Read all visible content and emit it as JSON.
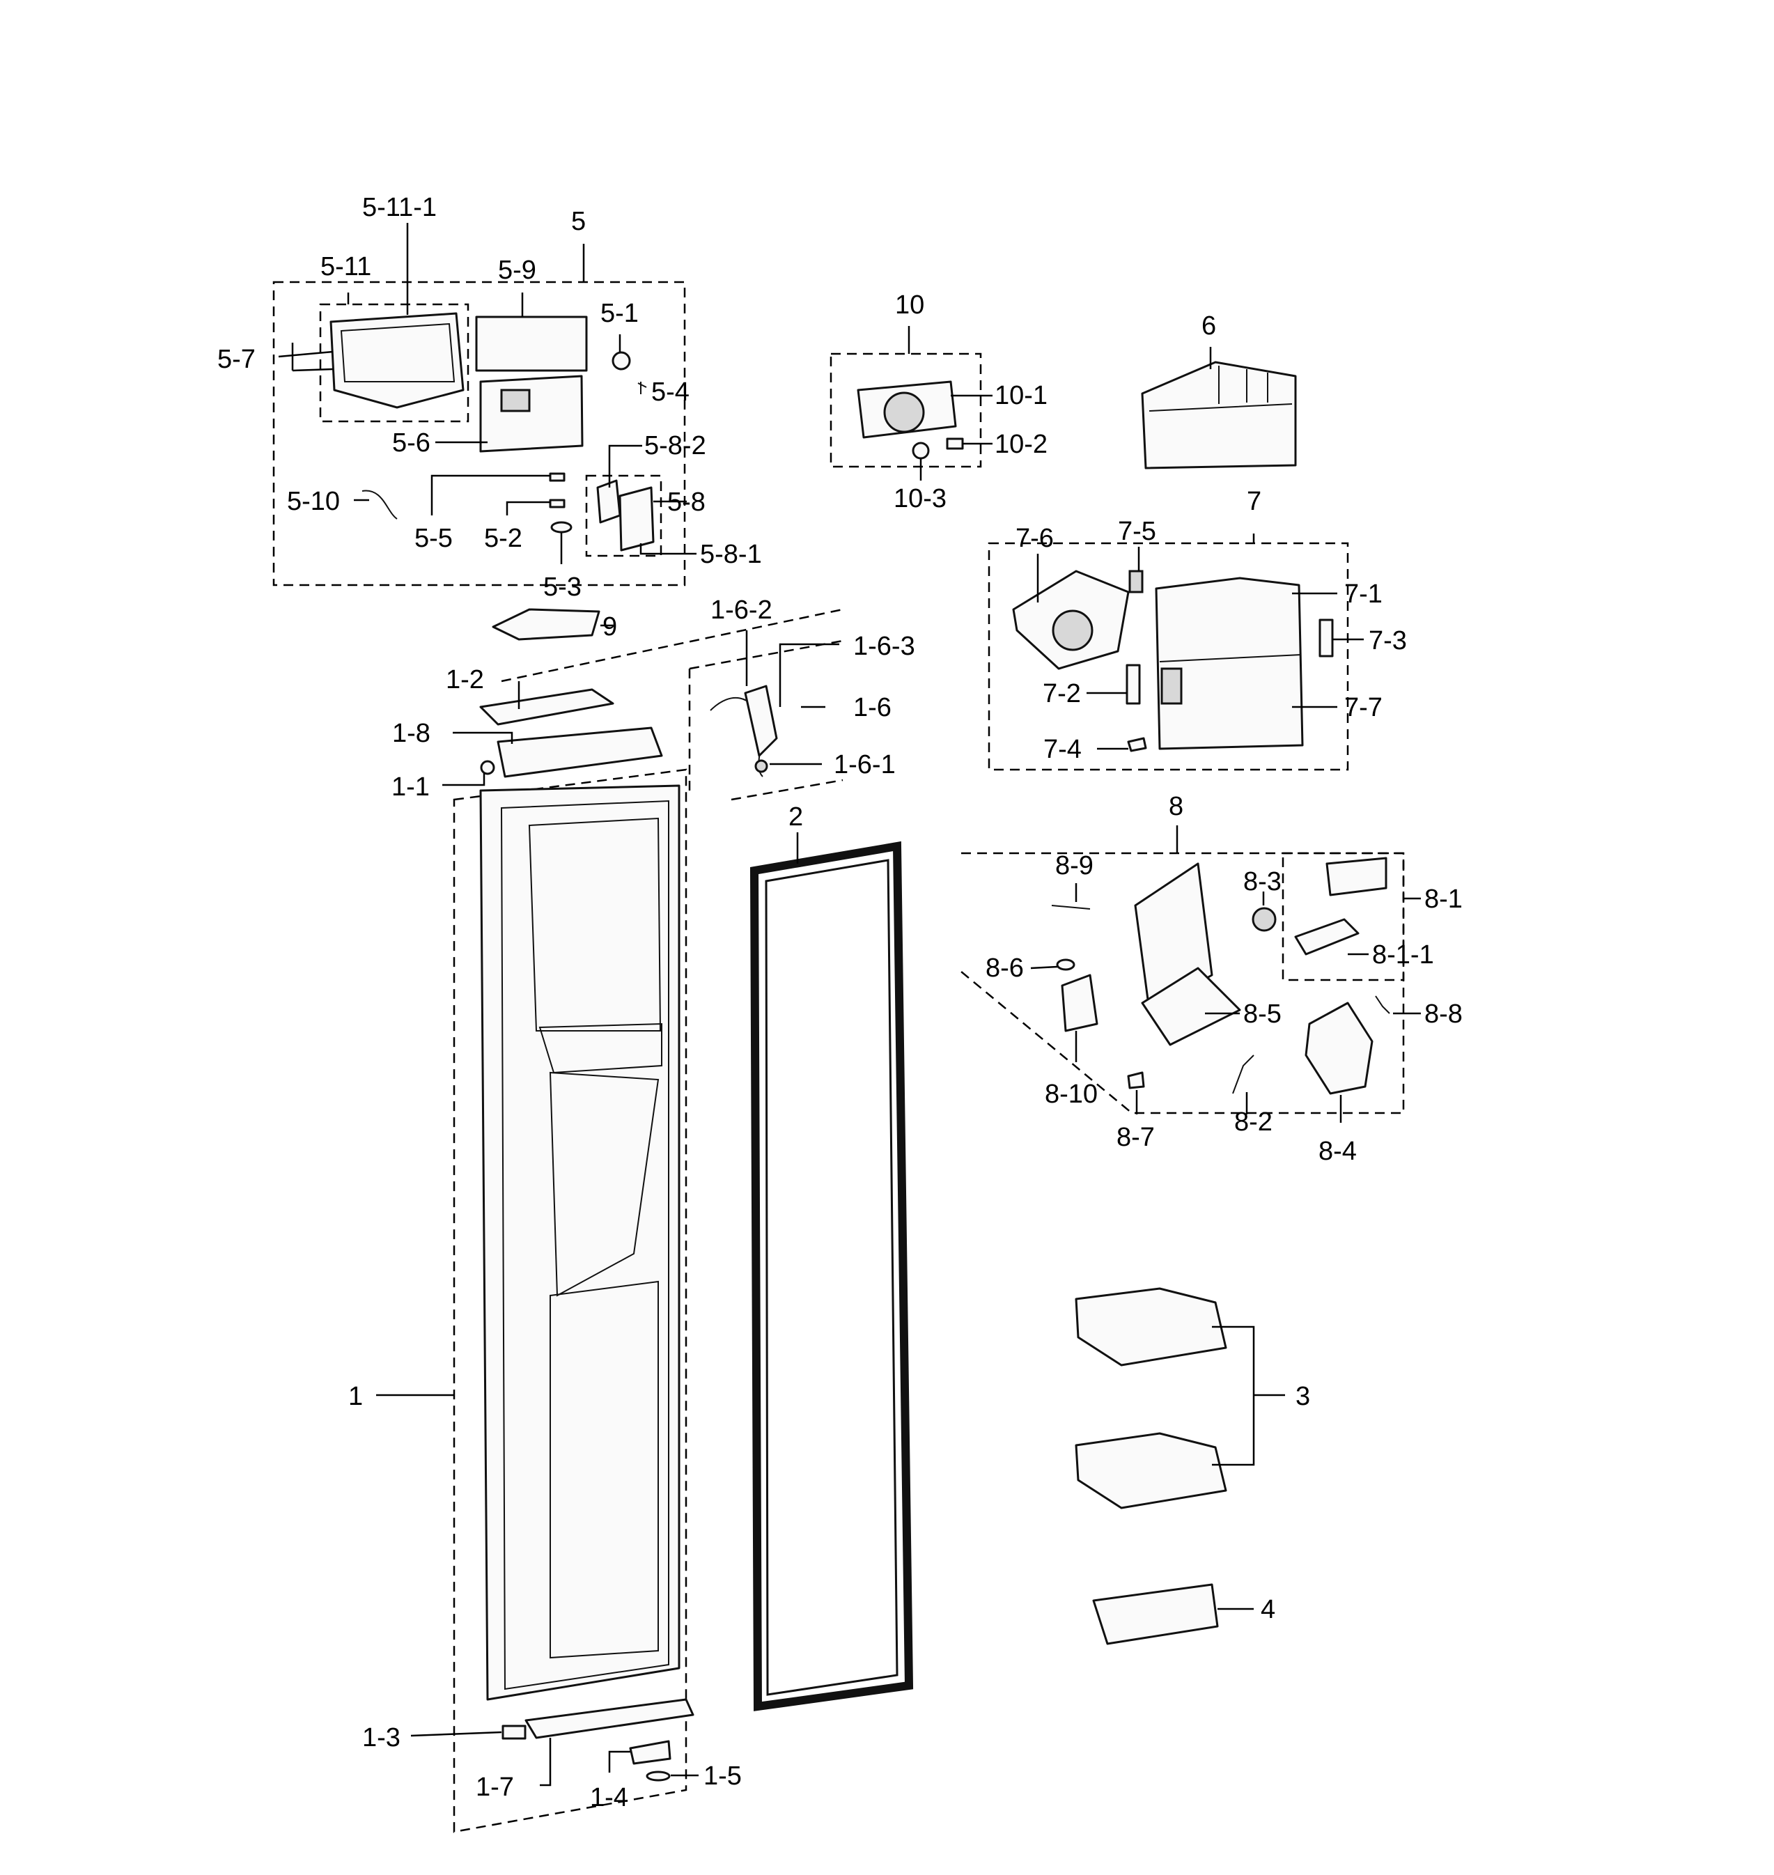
{
  "callouts": {
    "c5": "5",
    "c5_11_1": "5-11-1",
    "c5_11": "5-11",
    "c5_9": "5-9",
    "c5_1": "5-1",
    "c5_7": "5-7",
    "c5_4": "5-4",
    "c5_6": "5-6",
    "c5_8_2": "5-8-2",
    "c5_10": "5-10",
    "c5_8": "5-8",
    "c5_5": "5-5",
    "c5_2": "5-2",
    "c5_8_1": "5-8-1",
    "c5_3": "5-3",
    "c10": "10",
    "c10_1": "10-1",
    "c10_2": "10-2",
    "c10_3": "10-3",
    "c6": "6",
    "c7": "7",
    "c7_6": "7-6",
    "c7_5": "7-5",
    "c7_1": "7-1",
    "c7_3": "7-3",
    "c7_2": "7-2",
    "c7_7": "7-7",
    "c7_4": "7-4",
    "c9": "9",
    "c1_6_2": "1-6-2",
    "c1_6_3": "1-6-3",
    "c1_2": "1-2",
    "c1_6": "1-6",
    "c1_8": "1-8",
    "c1_6_1": "1-6-1",
    "c1_1": "1-1",
    "c2": "2",
    "c1": "1",
    "c8": "8",
    "c8_9": "8-9",
    "c8_3": "8-3",
    "c8_1": "8-1",
    "c8_6": "8-6",
    "c8_1_1": "8-1-1",
    "c8_5": "8-5",
    "c8_8": "8-8",
    "c8_10": "8-10",
    "c8_2": "8-2",
    "c8_7": "8-7",
    "c8_4": "8-4",
    "c3": "3",
    "c4": "4",
    "c1_3": "1-3",
    "c1_5": "1-5",
    "c1_7": "1-7",
    "c1_4": "1-4"
  }
}
